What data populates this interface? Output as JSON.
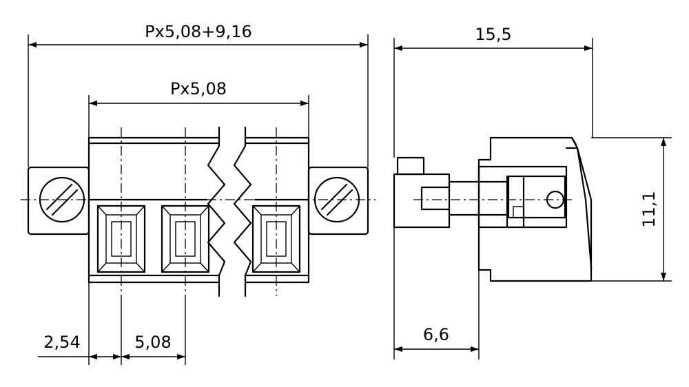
{
  "dimensions": {
    "overall_width": "Px5,08+9,16",
    "pitch_span": "Px5,08",
    "side_width": "15,5",
    "height": "11,1",
    "edge_offset": "2,54",
    "pitch": "5,08",
    "depth": "6,6"
  }
}
